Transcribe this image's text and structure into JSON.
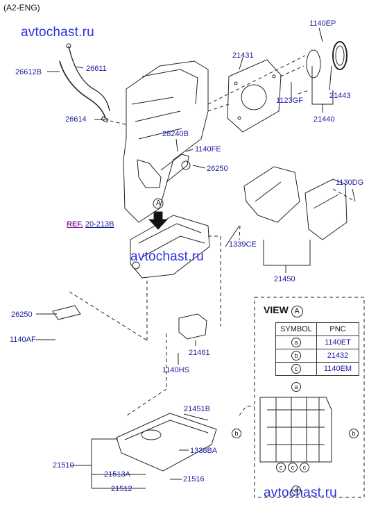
{
  "header": "(A2-ENG)",
  "watermarks": [
    "avtochast.ru",
    "avtochast.ru",
    "avtochast.ru"
  ],
  "reference": {
    "prefix": "REF.",
    "value": "20-213B"
  },
  "view_marker": "A",
  "parts": {
    "p1140EP": "1140EP",
    "p21431": "21431",
    "p26612B": "26612B",
    "p26611": "26611",
    "p1123GF": "1123GF",
    "p21443": "21443",
    "p26614": "26614",
    "p21440": "21440",
    "p28240B": "28240B",
    "p1140FE": "1140FE",
    "p26250a": "26250",
    "p1130DG": "1130DG",
    "p1339CE": "1339CE",
    "p21450": "21450",
    "p26250b": "26250",
    "p1140AF": "1140AF",
    "p21461": "21461",
    "p1140HS": "1140HS",
    "p21451B": "21451B",
    "p21510": "21510",
    "p1338BA": "1338BA",
    "p21513A": "21513A",
    "p21516": "21516",
    "p21512": "21512"
  },
  "view_panel": {
    "title": "VIEW",
    "marker": "A",
    "col_symbol": "SYMBOL",
    "col_pnc": "PNC",
    "rows": [
      {
        "symbol": "a",
        "pnc": "1140ET"
      },
      {
        "symbol": "b",
        "pnc": "21432"
      },
      {
        "symbol": "c",
        "pnc": "1140EM"
      }
    ],
    "callouts": {
      "a_top": "a",
      "b_left": "b",
      "b_right": "b",
      "c1": "c",
      "c2": "c",
      "c3": "c",
      "a_bottom": "a"
    }
  }
}
